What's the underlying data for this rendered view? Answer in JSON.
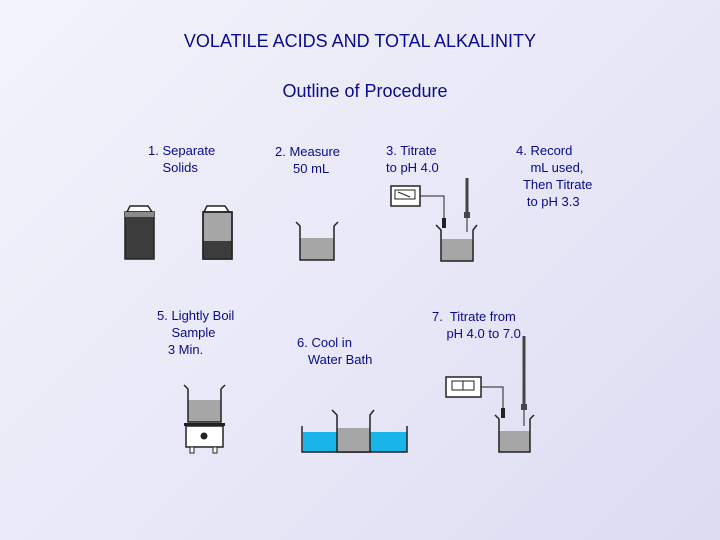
{
  "title": "VOLATILE ACIDS AND TOTAL ALKALINITY",
  "subtitle": "Outline of Procedure",
  "steps": {
    "step1": "1. Separate\n    Solids",
    "step2": "2. Measure\n     50 mL",
    "step3": "3. Titrate\nto pH 4.0",
    "step4": "4. Record\n    mL used,\n  Then Titrate\n   to pH 3.3",
    "step5": "5. Lightly Boil\n    Sample\n   3 Min.",
    "step6": "6. Cool in\n   Water Bath",
    "step7": "7.  Titrate from\n    pH 4.0 to 7.0"
  },
  "colors": {
    "text": "#0a0a8c",
    "dark_solids": "#3c3c3c",
    "liquid_gray": "#a6a6a6",
    "water": "#1ab5e8"
  }
}
